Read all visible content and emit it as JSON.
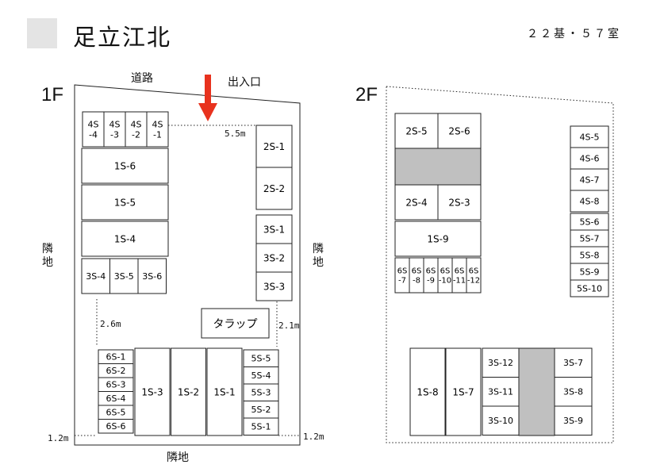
{
  "header": {
    "title": "足立江北",
    "summary": "２２基・５７室"
  },
  "floor1": {
    "label": "1F",
    "road": "道路",
    "entrance": "出入口",
    "neighbor_left": "隣地",
    "neighbor_right": "隣地",
    "neighbor_bottom": "隣地",
    "ramp": "タラップ",
    "dims": {
      "top": "5.5m",
      "left": "2.6m",
      "right": "2.1m",
      "bottom_left": "1.2m",
      "bottom_right": "1.2m"
    },
    "units_4s": [
      [
        "4S",
        "-4"
      ],
      [
        "4S",
        "-3"
      ],
      [
        "4S",
        "-2"
      ],
      [
        "4S",
        "-1"
      ]
    ],
    "units_1s_top": [
      "1S-6",
      "1S-5",
      "1S-4"
    ],
    "units_3s_left": [
      "3S-4",
      "3S-5",
      "3S-6"
    ],
    "units_2s": [
      "2S-1",
      "2S-2"
    ],
    "units_3s_right": [
      "3S-1",
      "3S-2",
      "3S-3"
    ],
    "units_6s": [
      "6S-1",
      "6S-2",
      "6S-3",
      "6S-4",
      "6S-5",
      "6S-6"
    ],
    "units_1s_bottom": [
      "1S-3",
      "1S-2",
      "1S-1"
    ],
    "units_5s": [
      "5S-5",
      "5S-4",
      "5S-3",
      "5S-2",
      "5S-1"
    ]
  },
  "floor2": {
    "label": "2F",
    "units_2s_top": [
      "2S-5",
      "2S-6"
    ],
    "units_2s_bottom": [
      "2S-4",
      "2S-3"
    ],
    "unit_1s9": "1S-9",
    "units_6s": [
      [
        "6S",
        "-7"
      ],
      [
        "6S",
        "-8"
      ],
      [
        "6S",
        "-9"
      ],
      [
        "6S",
        "-10"
      ],
      [
        "6S",
        "-11"
      ],
      [
        "6S",
        "-12"
      ]
    ],
    "units_4s": [
      "4S-5",
      "4S-6",
      "4S-7",
      "4S-8"
    ],
    "units_5s": [
      "5S-6",
      "5S-7",
      "5S-8",
      "5S-9",
      "5S-10"
    ],
    "units_1s_bottom": [
      "1S-8",
      "1S-7"
    ],
    "units_3s_left": [
      "3S-12",
      "3S-11",
      "3S-10"
    ],
    "units_3s_right": [
      "3S-7",
      "3S-8",
      "3S-9"
    ]
  }
}
